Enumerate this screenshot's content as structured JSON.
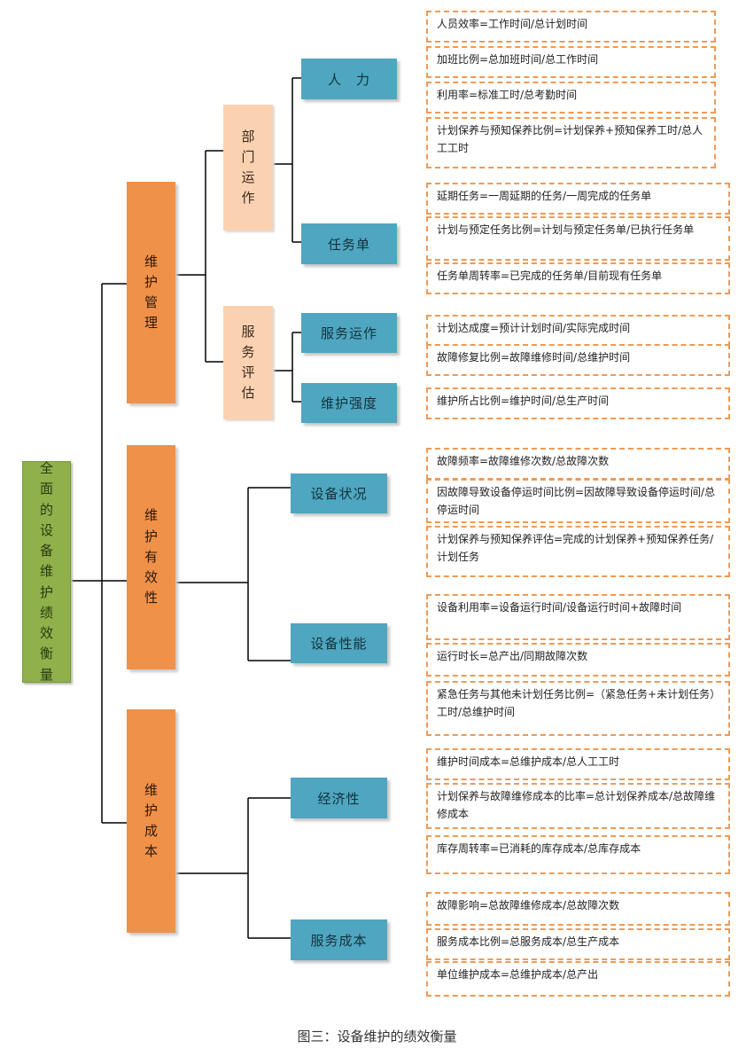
{
  "root": {
    "label": "全面的设备维护绩效衡量"
  },
  "categories": [
    {
      "label": "维护管理"
    },
    {
      "label": "维护有效性"
    },
    {
      "label": "维护成本"
    }
  ],
  "sub_groups": [
    {
      "label": "部门运作"
    },
    {
      "label": "服务评估"
    }
  ],
  "leaves": [
    {
      "label": "人　力"
    },
    {
      "label": "任务单"
    },
    {
      "label": "服务运作"
    },
    {
      "label": "维护强度"
    },
    {
      "label": "设备状况"
    },
    {
      "label": "设备性能"
    },
    {
      "label": "经济性"
    },
    {
      "label": "服务成本"
    }
  ],
  "metrics": [
    "人员效率=工作时间/总计划时间",
    "加班比例=总加班时间/总工作时间",
    "利用率=标准工时/总考勤时间",
    "计划保养与预知保养比例=计划保养+预知保养工时/总人工工时",
    "延期任务=一周延期的任务/一周完成的任务单",
    "计划与预定任务比例=计划与预定任务单/已执行任务单",
    "任务单周转率=已完成的任务单/目前现有任务单",
    "计划达成度=预计计划时间/实际完成时间",
    "故障修复比例=故障维修时间/总维护时间",
    "维护所占比例=维护时间/总生产时间",
    "故障频率=故障维修次数/总故障次数",
    "因故障导致设备停运时间比例=因故障导致设备停运时间/总停运时间",
    "计划保养与预知保养评估=完成的计划保养+预知保养任务/计划任务",
    "设备利用率=设备运行时间/设备运行时间+故障时间",
    "运行时长=总产出/同期故障次数",
    "紧急任务与其他未计划任务比例=（紧急任务+未计划任务）工时/总维护时间",
    "维护时间成本=总维护成本/总人工工时",
    "计划保养与故障维修成本的比率=总计划保养成本/总故障维修成本",
    "库存周转率=已消耗的库存成本/总库存成本",
    "故障影响=总故障维修成本/总故障次数",
    "服务成本比例=总服务成本/总生产成本",
    "单位维护成本=总维护成本/总产出"
  ],
  "caption": "图三：设备维护的绩效衡量",
  "colors": {
    "root": "#8fb04b",
    "category": "#f0914a",
    "sub_group": "#fbd2b1",
    "leaf": "#4ea6c0",
    "metric_border": "#ef9a55",
    "connector": "#000000"
  }
}
